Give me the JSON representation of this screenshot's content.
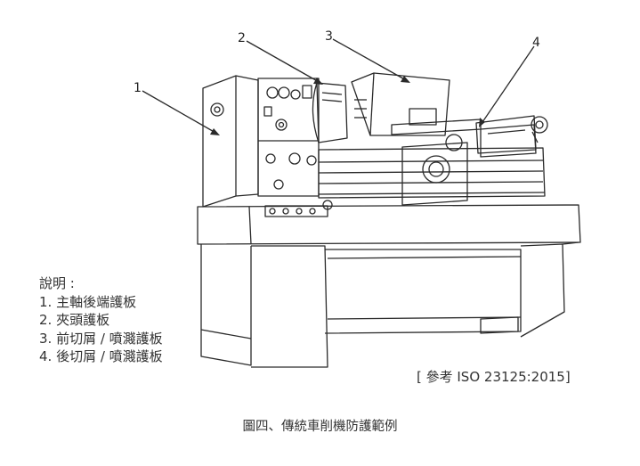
{
  "callouts": [
    "1",
    "2",
    "3",
    "4"
  ],
  "legend": {
    "title": "說明 :",
    "items": [
      "1. 主軸後端護板",
      "2. 夾頭護板",
      "3. 前切屑 / 噴濺護板",
      "4. 後切屑 / 噴濺護板"
    ]
  },
  "reference": "[ 參考 ISO 23125:2015]",
  "caption": "圖四、傳統車削機防護範例",
  "colors": {
    "line": "#2a2a2a",
    "text": "#333333",
    "background": "#ffffff"
  }
}
